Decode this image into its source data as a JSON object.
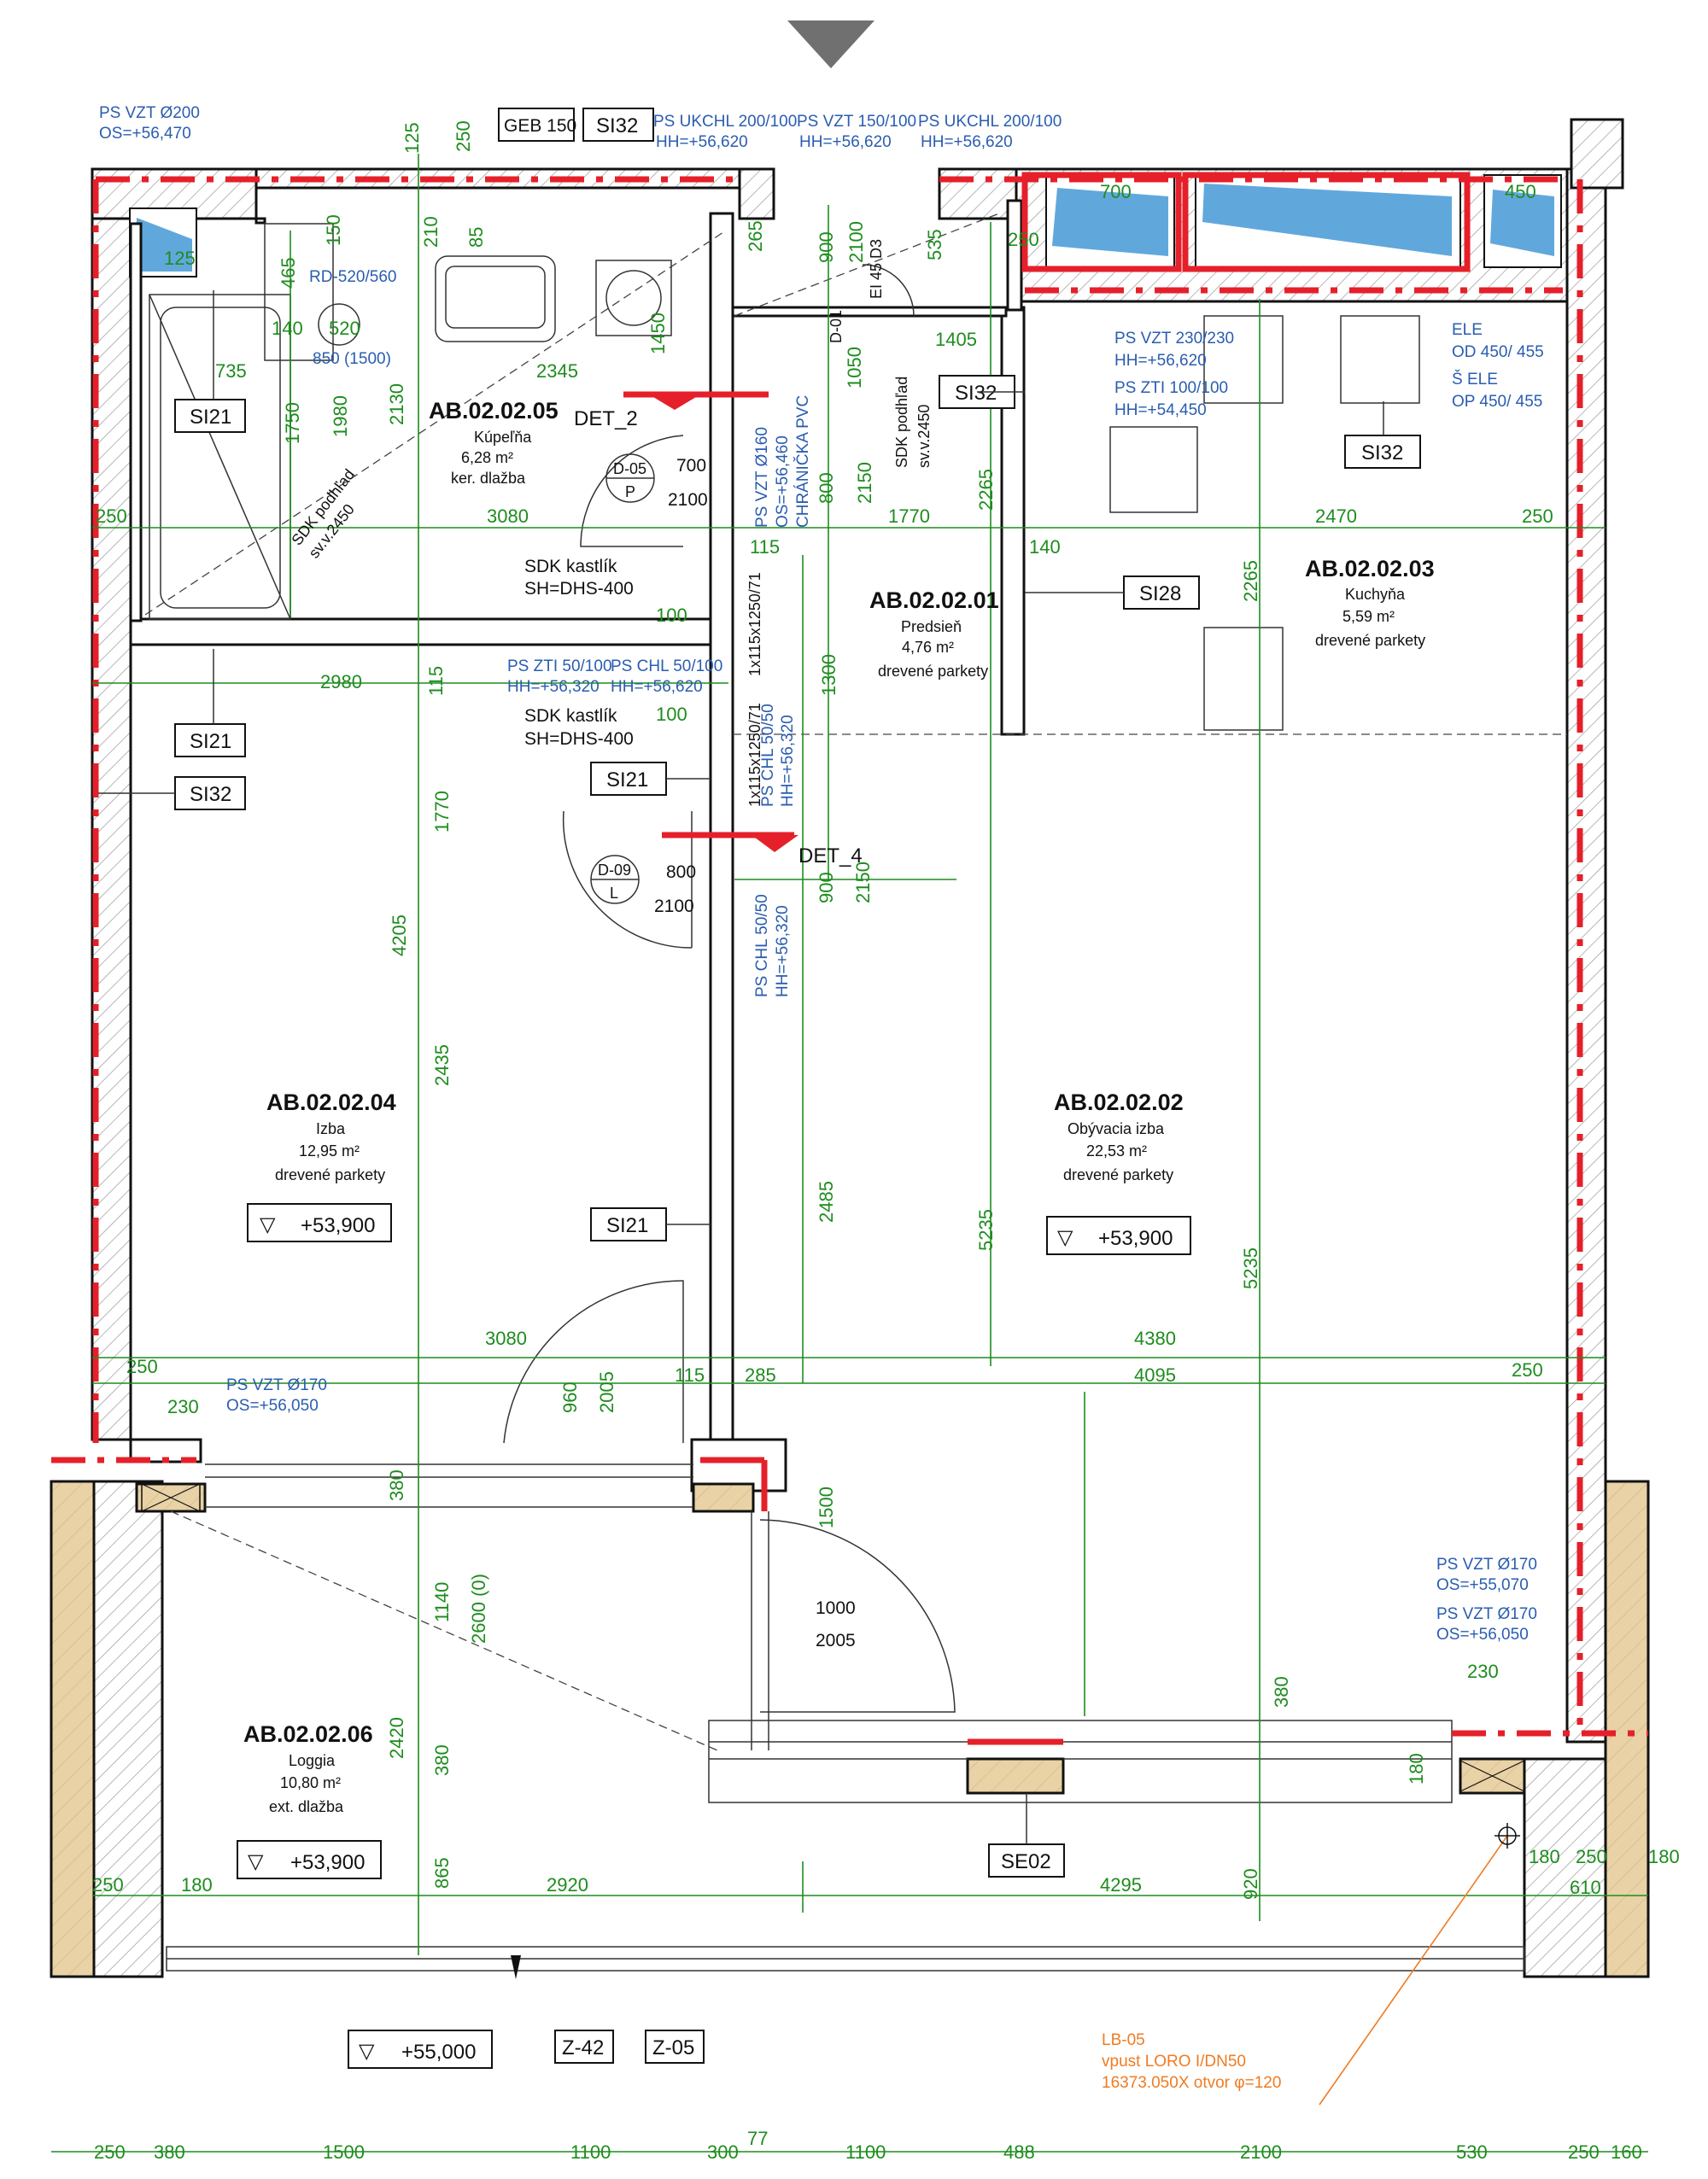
{
  "colors": {
    "wall_line": "#111111",
    "dimension": "#1e8c1e",
    "utility_text": "#2a5db0",
    "red_marker": "#e5202a",
    "orange_note": "#f07b22",
    "wood": "#e8d2a6"
  },
  "rooms": {
    "kupelna": {
      "id": "AB.02.02.05",
      "name": "Kúpeľňa",
      "area": "6,28 m²",
      "floor": "ker. dlažba"
    },
    "predsien": {
      "id": "AB.02.02.01",
      "name": "Predsieň",
      "area": "4,76 m²",
      "floor": "drevené parkety"
    },
    "kuchyna": {
      "id": "AB.02.02.03",
      "name": "Kuchyňa",
      "area": "5,59 m²",
      "floor": "drevené parkety"
    },
    "izba": {
      "id": "AB.02.02.04",
      "name": "Izba",
      "area": "12,95 m²",
      "floor": "drevené parkety"
    },
    "obyvacia": {
      "id": "AB.02.02.02",
      "name": "Obývacia izba",
      "area": "22,53 m²",
      "floor": "drevené parkety"
    },
    "loggia": {
      "id": "AB.02.02.06",
      "name": "Loggia",
      "area": "10,80 m²",
      "floor": "ext. dlažba"
    }
  },
  "levels": {
    "izba": "+53,900",
    "obyvacia": "+53,900",
    "loggia": "+53,900",
    "exterior": "+55,000"
  },
  "tags": {
    "geb": "GEB 150",
    "si32_top": "SI32",
    "si32_corridor": "SI32",
    "si32_kitchen": "SI32",
    "si21_bath": "SI21",
    "si21_izba_a": "SI21",
    "si32_izba": "SI32",
    "si21_mid": "SI21",
    "si28": "SI28",
    "si21_lower": "SI21",
    "se02": "SE02",
    "z42": "Z-42",
    "z05": "Z-05"
  },
  "details": {
    "det2": "DET_2",
    "det4": "DET_4"
  },
  "doors": {
    "d05_id": "D-05",
    "d05_type": "P",
    "d05_w": "700",
    "d05_h": "2100",
    "d09_id": "D-09",
    "d09_type": "L",
    "d09_w": "800",
    "d09_h": "2100",
    "d01_id": "D-01",
    "entrance_ei": "EI 45 D3",
    "balcony_w": "1000",
    "balcony_h": "2005"
  },
  "notes": {
    "vzt_top1": "PS VZT Ø200",
    "vzt_top2": "OS=+56,470",
    "ukchl1_1": "PS UKCHL 200/100",
    "ukchl1_2": "HH=+56,620",
    "vzt150_1": "PS VZT 150/100",
    "vzt150_2": "HH=+56,620",
    "ukchl2_1": "PS UKCHL 200/100",
    "ukchl2_2": "HH=+56,620",
    "rd": "RD-520/560",
    "rd2": "850 (1500)",
    "sdk_bath1": "SDK podhľad",
    "sdk_bath2": "sv.v.2450",
    "sdk_corr1": "SDK podhľad",
    "sdk_corr2": "sv.v.2450",
    "vzt230_1": "PS VZT 230/230",
    "vzt230_2": "HH=+56,620",
    "zti100_1": "PS ZTI 100/100",
    "zti100_2": "HH=+54,450",
    "ele1": "ELE",
    "ele2": "OD 450/ 455",
    "ele3": "Š ELE",
    "ele4": "OP 450/ 455",
    "vzt160_1": "PS VZT Ø160",
    "vzt160_2": "OS=+56,460",
    "vzt160_3": "CHRÁNIČKA PVC",
    "kastlik1_a": "SDK kastlík",
    "kastlik1_b": "SH=DHS-400",
    "kastlik2_a": "SDK kastlík",
    "kastlik2_b": "SH=DHS-400",
    "zti50_1": "PS ZTI 50/100",
    "zti50_2": "HH=+56,320",
    "chl50_1": "PS CHL 50/100",
    "chl50_2": "HH=+56,620",
    "rise1": "1x115x1250/71",
    "rise2": "1x115x1250/71",
    "chl5050a_1": "PS CHL 50/50",
    "chl5050a_2": "HH=+56,320",
    "chl5050b_1": "PS CHL 50/50",
    "chl5050b_2": "HH=+56,320",
    "vzt170_1": "PS VZT Ø170",
    "vzt170_2": "OS=+56,050",
    "vzt170r_1": "PS VZT Ø170",
    "vzt170r_2": "OS=+55,070",
    "vzt170r_3": "PS VZT Ø170",
    "vzt170r_4": "OS=+56,050",
    "lb_1": "LB-05",
    "lb_2": "vpust LORO I/DN50",
    "lb_3": "16373.050X otvor φ=120"
  },
  "dimensions": {
    "d125a": "125",
    "d250a": "250",
    "d125b": "125",
    "d210": "210",
    "d85": "85",
    "d150": "150",
    "d465": "465",
    "d140": "140",
    "d520": "520",
    "d735": "735",
    "d2345": "2345",
    "d1450": "1450",
    "d2130": "2130",
    "d1750": "1750",
    "d1980": "1980",
    "d265": "265",
    "d900a": "900",
    "d2100a": "2100",
    "d535": "535",
    "d250b": "250",
    "d700": "700",
    "d450": "450",
    "d1405": "1405",
    "d1050": "1050",
    "d800": "800",
    "d2150a": "2150",
    "d2265a": "2265",
    "d250l": "250",
    "d3080a": "3080",
    "d1770a": "1770",
    "d2470": "2470",
    "d250r": "250",
    "d115a": "115",
    "d140b": "140",
    "d2265b": "2265",
    "d100a": "100",
    "d2980": "2980",
    "d115b": "115",
    "d100b": "100",
    "d1300": "1300",
    "d1770b": "1770",
    "d4205": "4205",
    "d2435": "2435",
    "d900b": "900",
    "d2150b": "2150",
    "d2485": "2485",
    "d5235a": "5235",
    "d5235b": "5235",
    "d3080b": "3080",
    "d4380": "4380",
    "d250c": "250",
    "d230a": "230",
    "d960": "960",
    "d2005": "2005",
    "d115c": "115",
    "d285": "285",
    "d4095": "4095",
    "d250d": "250",
    "d380a": "380",
    "d1500": "1500",
    "d1140": "1140",
    "d2600": "2600 (0)",
    "d2420": "2420",
    "d380b": "380",
    "d865": "865",
    "d380c": "380",
    "d230b": "230",
    "d180a": "180",
    "d920": "920",
    "d250e": "250",
    "d180b": "180",
    "d2920": "2920",
    "d4295": "4295",
    "d180c": "180",
    "d250f": "250",
    "d180d": "180",
    "d610": "610",
    "b250a": "250",
    "b380": "380",
    "b1500": "1500",
    "b1100a": "1100",
    "b300": "300",
    "b77": "77",
    "b1100b": "1100",
    "b488": "488",
    "b2100": "2100",
    "b530": "530",
    "b250b": "250",
    "b160": "160"
  }
}
